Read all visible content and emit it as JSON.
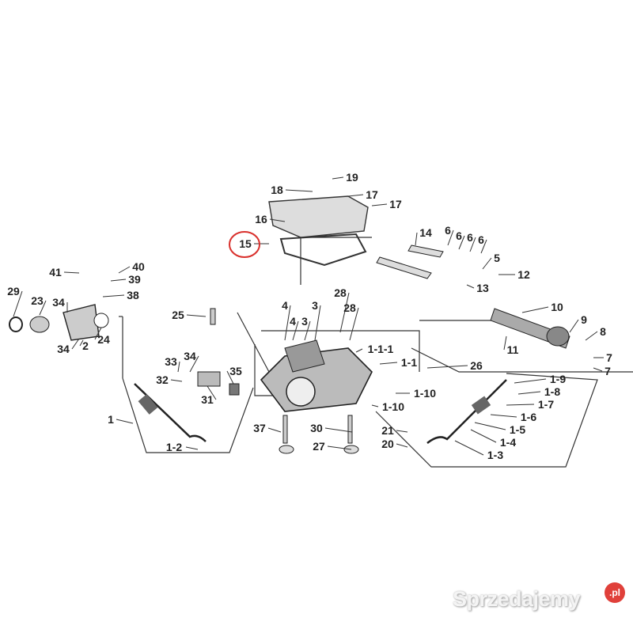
{
  "diagram": {
    "labels": [
      "19",
      "18",
      "17",
      "17",
      "16",
      "15",
      "14",
      "6",
      "6",
      "6",
      "6",
      "5",
      "12",
      "13",
      "10",
      "9",
      "8",
      "7",
      "7",
      "11",
      "41",
      "40",
      "39",
      "38",
      "29",
      "23",
      "34",
      "34",
      "2",
      "24",
      "25",
      "4",
      "4",
      "3",
      "3",
      "28",
      "28",
      "1-1-1",
      "1-1",
      "26",
      "34",
      "33",
      "32",
      "35",
      "31",
      "1-10",
      "1-10",
      "1",
      "37",
      "30",
      "27",
      "21",
      "20",
      "1-9",
      "1-8",
      "1-7",
      "1-6",
      "1-5",
      "1-4",
      "1-3",
      "1-2"
    ],
    "highlighted_label": "15",
    "highlight_color": "#d9302c"
  },
  "watermark": {
    "text": "Sprzedajemy",
    "suffix": ".pl",
    "badge_color": "#e0403a"
  }
}
